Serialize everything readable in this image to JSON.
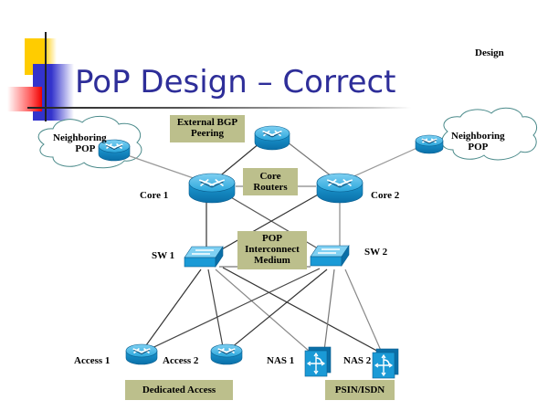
{
  "slide": {
    "corner_label": "Design",
    "title": "PoP Design – Correct"
  },
  "diagram": {
    "annotations": {
      "external_bgp": [
        "External BGP",
        "Peering"
      ],
      "core_routers": [
        "Core",
        "Routers"
      ],
      "pop_interconnect": [
        "POP",
        "Interconnect",
        "Medium"
      ],
      "dedicated_access": "Dedicated Access",
      "pstn_isdn": "PSIN/ISDN"
    },
    "clouds": {
      "left": [
        "Neighboring",
        "POP"
      ],
      "right": [
        "Neighboring",
        "POP"
      ]
    },
    "nodes": {
      "core1": "Core 1",
      "core2": "Core 2",
      "sw1": "SW 1",
      "sw2": "SW 2",
      "access1": "Access 1",
      "access2": "Access 2",
      "nas1": "NAS 1",
      "nas2": "NAS 2"
    },
    "icons": {
      "router": "router-icon",
      "switch": "switch-icon",
      "nas": "access-server-icon",
      "cloud": "cloud-icon"
    },
    "colors": {
      "device_blue": "#1a9ad6",
      "device_dark": "#0a6fa8",
      "annotation_box": "#bcbf8c",
      "title": "#2e2e99"
    }
  }
}
